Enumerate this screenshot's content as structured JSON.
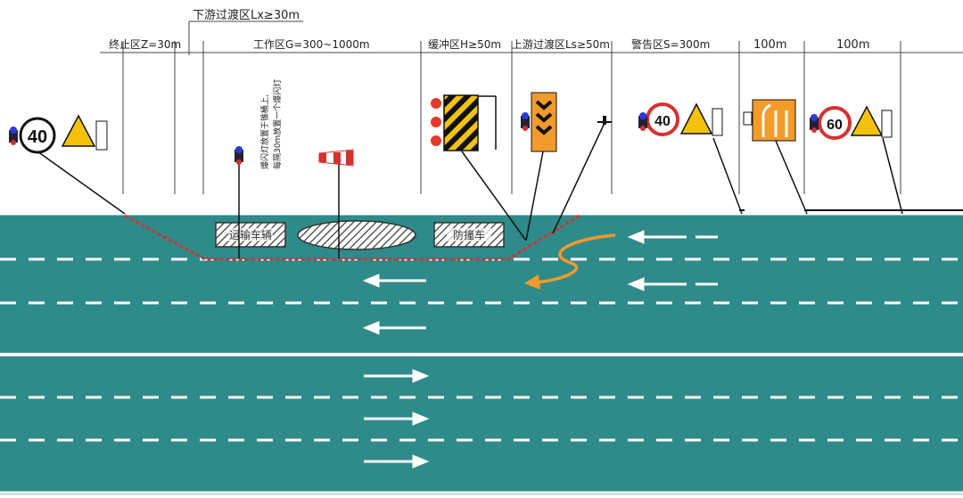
{
  "zones": {
    "end": "终止区Z=30m",
    "downstream": "下游过渡区Lx≥30m",
    "work": "工作区G=300~1000m",
    "buffer": "缓冲区H≥50m",
    "upstream": "上游过渡区Ls≥50m",
    "warning": "警告区S=300m",
    "d100a": "100m",
    "d100b": "100m"
  },
  "boxes": {
    "vehicle": "运输车辆",
    "crash": "防撞车"
  },
  "note": {
    "line1": "爆闪灯放置于锥桶上,",
    "line2": "每隔30m放置一个爆闪灯"
  },
  "signs": {
    "speed_left": "40",
    "speed_warning": "40",
    "speed_far": "60"
  },
  "colors": {
    "road": "#2f8a8a",
    "lane": "#ffffff",
    "cone_line": "#d63030",
    "orange": "#f39b2a",
    "yellow": "#f4c20d"
  }
}
